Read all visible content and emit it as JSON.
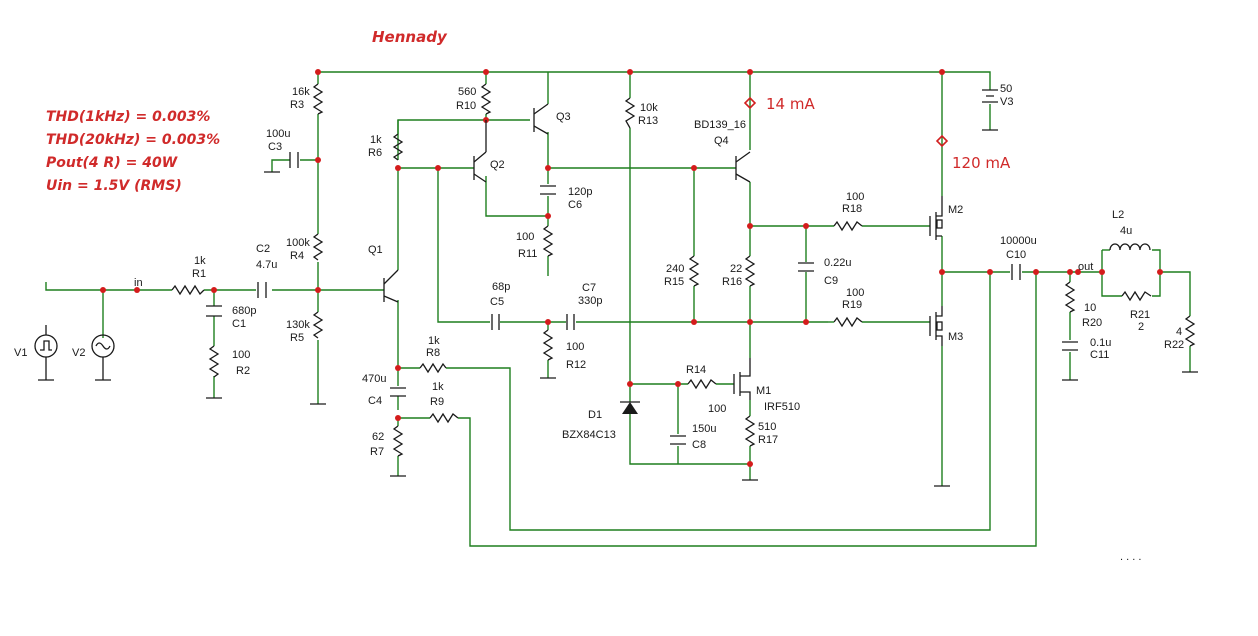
{
  "author": "Hennady",
  "notes": [
    "THD(1kHz) = 0.003%",
    "THD(20kHz) = 0.003%",
    "Pout(4 R) = 40W",
    "Uin = 1.5V (RMS)"
  ],
  "probes": {
    "q4_current": "14 mA",
    "m2_current": "120 mA"
  },
  "nets": {
    "in": "in",
    "out": "out"
  },
  "components": {
    "R1": {
      "ref": "R1",
      "value": "1k"
    },
    "R2": {
      "ref": "R2",
      "value": "100"
    },
    "R3": {
      "ref": "R3",
      "value": "16k"
    },
    "R4": {
      "ref": "R4",
      "value": "100k"
    },
    "R5": {
      "ref": "R5",
      "value": "130k"
    },
    "R6": {
      "ref": "R6",
      "value": "1k"
    },
    "R7": {
      "ref": "R7",
      "value": "62"
    },
    "R8": {
      "ref": "R8",
      "value": "1k"
    },
    "R9": {
      "ref": "R9",
      "value": "1k"
    },
    "R10": {
      "ref": "R10",
      "value": "560"
    },
    "R11": {
      "ref": "R11",
      "value": "100"
    },
    "R12": {
      "ref": "R12",
      "value": "100"
    },
    "R13": {
      "ref": "R13",
      "value": "10k"
    },
    "R14": {
      "ref": "R14",
      "value": "100"
    },
    "R15": {
      "ref": "R15",
      "value": "240"
    },
    "R16": {
      "ref": "R16",
      "value": "22"
    },
    "R17": {
      "ref": "R17",
      "value": "510"
    },
    "R18": {
      "ref": "R18",
      "value": "100"
    },
    "R19": {
      "ref": "R19",
      "value": "100"
    },
    "R20": {
      "ref": "R20",
      "value": "10"
    },
    "R21": {
      "ref": "R21",
      "value": "2"
    },
    "R22": {
      "ref": "R22",
      "value": "4"
    },
    "C1": {
      "ref": "C1",
      "value": "680p"
    },
    "C2": {
      "ref": "C2",
      "value": "4.7u"
    },
    "C3": {
      "ref": "C3",
      "value": "100u"
    },
    "C4": {
      "ref": "C4",
      "value": "470u"
    },
    "C5": {
      "ref": "C5",
      "value": "68p"
    },
    "C6": {
      "ref": "C6",
      "value": "120p"
    },
    "C7": {
      "ref": "C7",
      "value": "330p"
    },
    "C8": {
      "ref": "C8",
      "value": "150u"
    },
    "C9": {
      "ref": "C9",
      "value": "0.22u"
    },
    "C10": {
      "ref": "C10",
      "value": "10000u"
    },
    "C11": {
      "ref": "C11",
      "value": "0.1u"
    },
    "L2": {
      "ref": "L2",
      "value": "4u"
    },
    "V1": {
      "ref": "V1"
    },
    "V2": {
      "ref": "V2"
    },
    "V3": {
      "ref": "V3",
      "value": "50"
    },
    "Q1": {
      "ref": "Q1"
    },
    "Q2": {
      "ref": "Q2"
    },
    "Q3": {
      "ref": "Q3"
    },
    "Q4": {
      "ref": "Q4",
      "part": "BD139_16"
    },
    "M1": {
      "ref": "M1",
      "part": "IRF510"
    },
    "M2": {
      "ref": "M2"
    },
    "M3": {
      "ref": "M3"
    },
    "D1": {
      "ref": "D1",
      "part": "BZX84C13"
    }
  },
  "corner_mark": ". . . ."
}
